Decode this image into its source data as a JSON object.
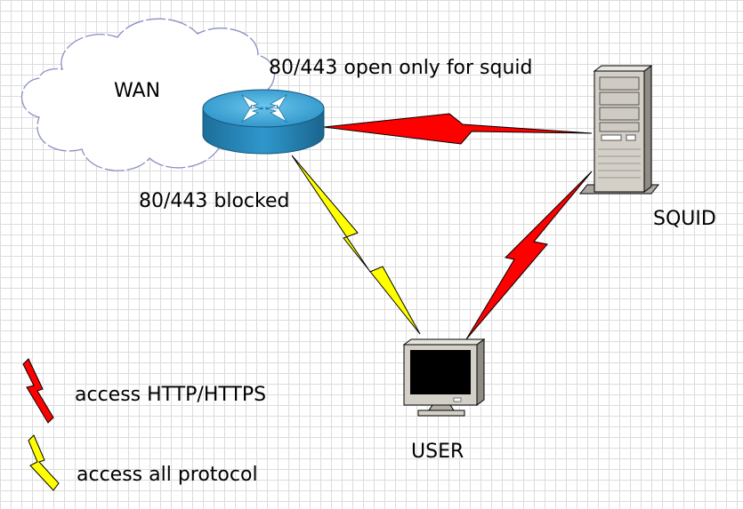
{
  "nodes": {
    "wan": {
      "label": "WAN"
    },
    "squid": {
      "label": "SQUID"
    },
    "user": {
      "label": "USER"
    }
  },
  "annotations": {
    "router_open": "80/443 open only for squid",
    "router_blocked": "80/443 blocked"
  },
  "legend": {
    "items": [
      {
        "label": "access HTTP/HTTPS",
        "color": "#ff0000",
        "icon": "red-lightning-bolt"
      },
      {
        "label": "access all protocol",
        "color": "#ffff00",
        "icon": "yellow-lightning-bolt"
      }
    ]
  },
  "links": [
    {
      "from": "router",
      "to": "squid",
      "type": "access HTTP/HTTPS",
      "color": "#ff0000"
    },
    {
      "from": "squid",
      "to": "user",
      "type": "access HTTP/HTTPS",
      "color": "#ff0000"
    },
    {
      "from": "router",
      "to": "user",
      "type": "access all protocol",
      "color": "#ffff00"
    }
  ],
  "colors": {
    "router_body": "#2b8ec0",
    "router_top": "#4ab3e0",
    "cloud_outline": "#8a8fc4",
    "server_body": "#d4d0c8",
    "monitor_screen": "#000000"
  }
}
